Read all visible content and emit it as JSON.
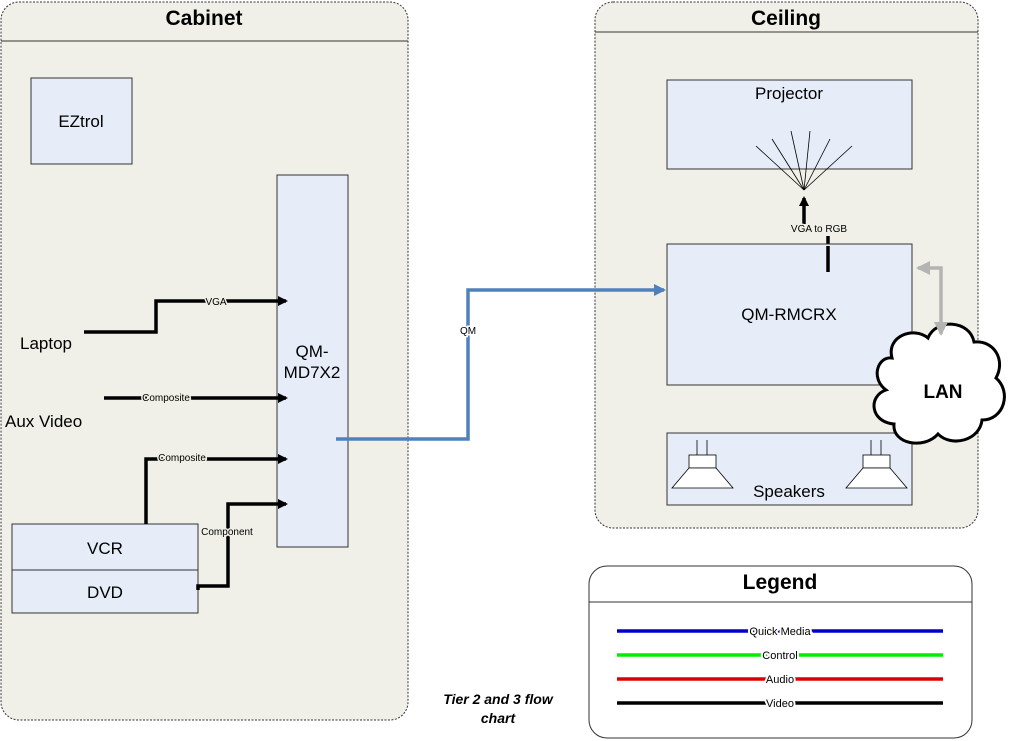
{
  "panels": {
    "cabinet": "Cabinet",
    "ceiling": "Ceiling",
    "legend": "Legend"
  },
  "devices": {
    "eztrol": "EZtrol",
    "switcher_line1": "QM-",
    "switcher_line2": "MD7X2",
    "laptop": "Laptop",
    "aux_video": "Aux Video",
    "vcr": "VCR",
    "dvd": "DVD",
    "projector": "Projector",
    "receiver": "QM-RMCRX",
    "speakers": "Speakers",
    "lan": "LAN"
  },
  "connections": {
    "vga": "VGA",
    "composite_aux": "Composite",
    "composite_vcr": "Composite",
    "component": "Component",
    "qm": "QM",
    "vga_to_rgb": "VGA to RGB"
  },
  "legend_items": [
    {
      "label": "Quick Media",
      "color": "#0000cc"
    },
    {
      "label": "Control",
      "color": "#00ee00"
    },
    {
      "label": "Audio",
      "color": "#dd0000"
    },
    {
      "label": "Video",
      "color": "#000000"
    }
  ],
  "caption_line1": "Tier 2 and 3 flow",
  "caption_line2": "chart",
  "colors": {
    "panel_fill": "#f0f0e8",
    "box_fill": "#e6ecf8",
    "qm_line": "#4f81bd",
    "lan_arrow": "#b4b4b4"
  }
}
